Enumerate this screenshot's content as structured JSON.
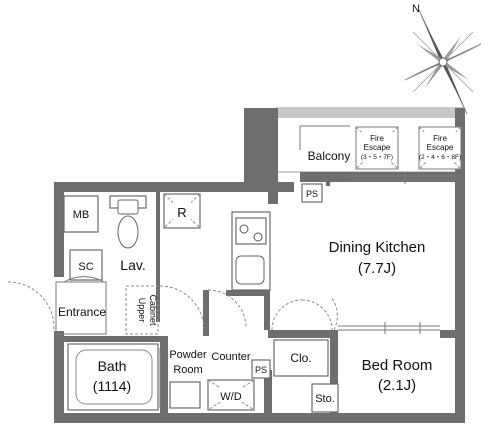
{
  "plan": {
    "rooms": {
      "dining_kitchen": {
        "name": "Dining Kitchen",
        "size": "(7.7J)"
      },
      "bed_room": {
        "name": "Bed Room",
        "size": "(2.1J)"
      },
      "bath": {
        "name": "Bath",
        "size": "(1114)"
      },
      "powder_room": {
        "line1": "Powder",
        "line2": "Room"
      },
      "balcony": "Balcony",
      "entrance": "Entrance",
      "lav": "Lav.",
      "upper_cabinet": {
        "line1": "Upper",
        "line2": "Cabinet"
      },
      "counter": "Counter",
      "wd": "W/D",
      "clo": "Clo.",
      "sto": "Sto.",
      "mb": "MB",
      "sc": "SC",
      "ps_upper": "PS",
      "ps_lower": "PS",
      "refrigerator": "R"
    },
    "fire_escapes": [
      {
        "line1": "Fire",
        "line2": "Escape",
        "floors": "(3・5・7F)"
      },
      {
        "line1": "Fire",
        "line2": "Escape",
        "floors": "(2・4・6・8F)"
      }
    ],
    "compass": {
      "north_label": "N",
      "icon": "compass-rose-icon"
    },
    "colors": {
      "wall": "#6e6e6e",
      "line": "#7a7a7a",
      "background": "#ffffff"
    }
  }
}
